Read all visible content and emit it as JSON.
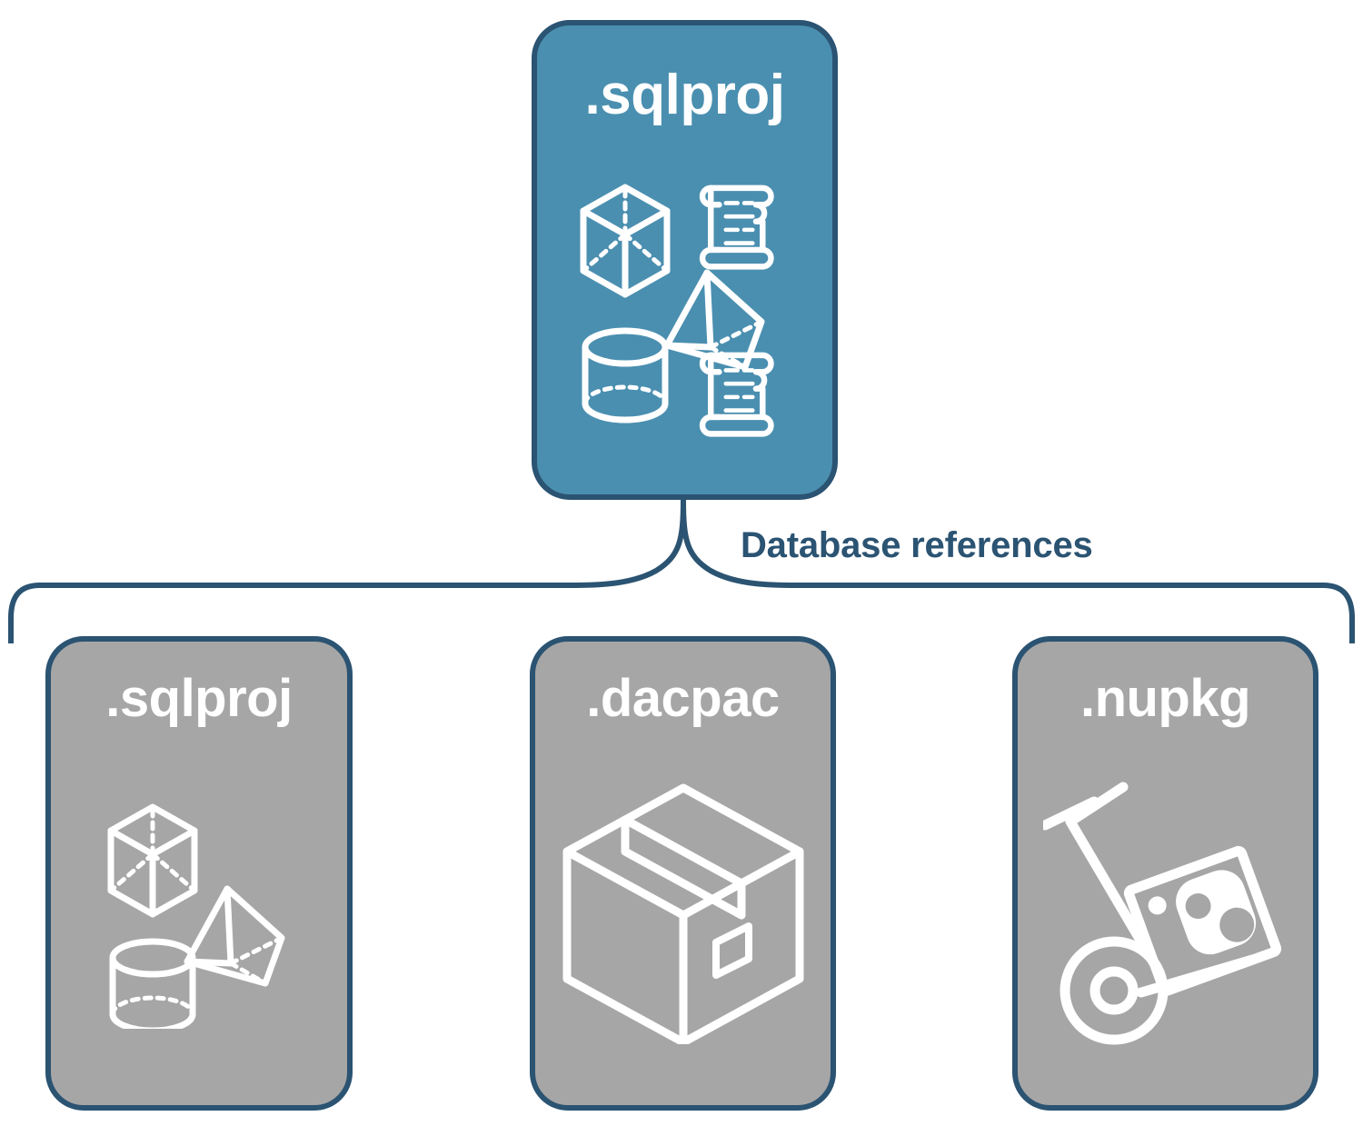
{
  "diagram": {
    "title_text": "Database references",
    "colors": {
      "primary_card_fill": "#4a8fb0",
      "secondary_card_fill": "#a6a6a6",
      "card_border": "#2b5372",
      "label_text": "#2b5372",
      "icon_stroke": "#ffffff",
      "background": "#ffffff"
    }
  },
  "root_card": {
    "label": ".sqlproj",
    "icons": [
      "cube-wireframe-icon",
      "pyramid-wireframe-icon",
      "cylinder-wireframe-icon",
      "scroll-script-icon",
      "scroll-script-icon"
    ]
  },
  "connector": {
    "label": "Database references",
    "style": "curly-bracket"
  },
  "reference_cards": [
    {
      "label": ".sqlproj",
      "icons": [
        "cube-wireframe-icon",
        "pyramid-wireframe-icon",
        "cylinder-wireframe-icon"
      ]
    },
    {
      "label": ".dacpac",
      "icons": [
        "shipping-box-icon"
      ]
    },
    {
      "label": ".nupkg",
      "icons": [
        "hand-truck-package-icon"
      ]
    }
  ]
}
